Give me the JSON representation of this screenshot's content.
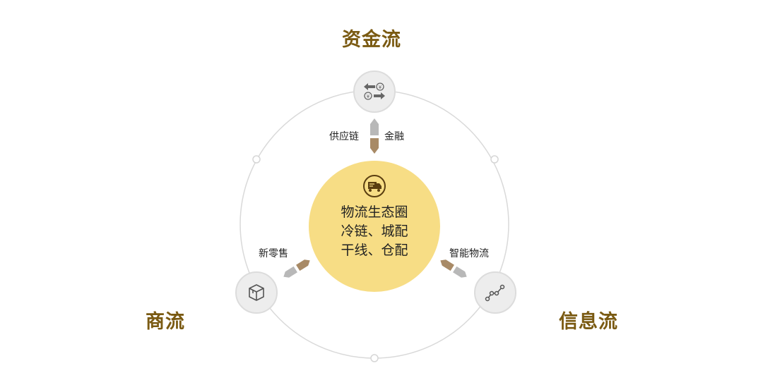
{
  "diagram": {
    "center": {
      "icon": "delivery-truck-icon",
      "lines": [
        "物流生态圈",
        "冷链、城配",
        "干线、仓配"
      ],
      "color": "#f7dd85"
    },
    "nodes": {
      "top": {
        "title": "资金流",
        "icon": "currency-exchange-icon",
        "link_left": "供应链",
        "link_right": "金融"
      },
      "left": {
        "title": "商流",
        "icon": "package-box-icon",
        "link_label": "新零售"
      },
      "right": {
        "title": "信息流",
        "icon": "line-chart-icon",
        "link_label": "智能物流"
      }
    },
    "colors": {
      "title": "#7a5a12",
      "arrow_brown": "#a88a66",
      "arrow_gray": "#b8b8b8",
      "ring": "#d9d9d9"
    }
  }
}
